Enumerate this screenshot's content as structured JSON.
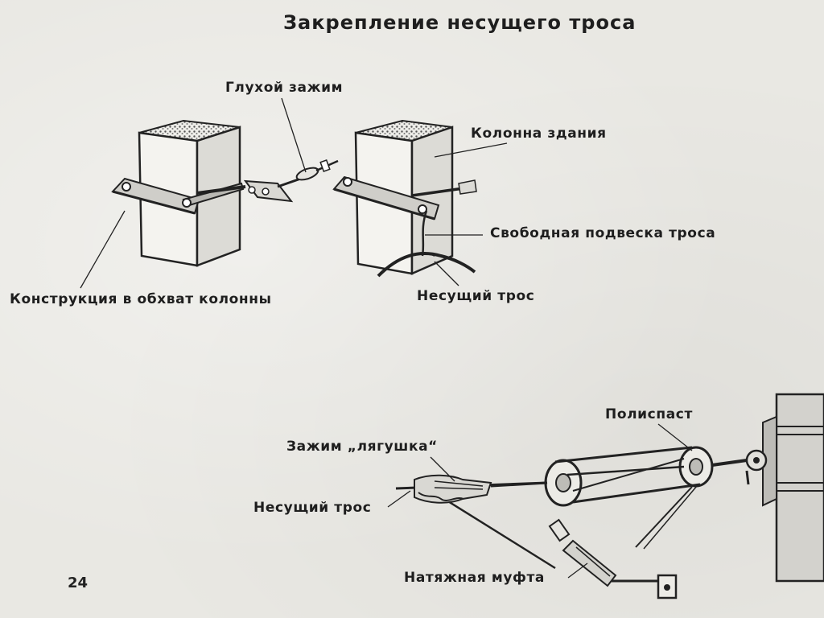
{
  "title": "Закрепление несущего троса",
  "page_number": "24",
  "labels": {
    "dead_clamp": "Глухой зажим",
    "building_column": "Колонна здания",
    "free_suspension": "Свободная подвеска троса",
    "column_wrap_structure": "Конструкция в обхват колонны",
    "carrier_cable_top": "Несущий трос",
    "pulley_block": "Полиспаст",
    "frog_clamp": "Зажим „лягушка“",
    "carrier_cable_bottom": "Несущий трос",
    "tension_coupling": "Натяжная муфта"
  }
}
